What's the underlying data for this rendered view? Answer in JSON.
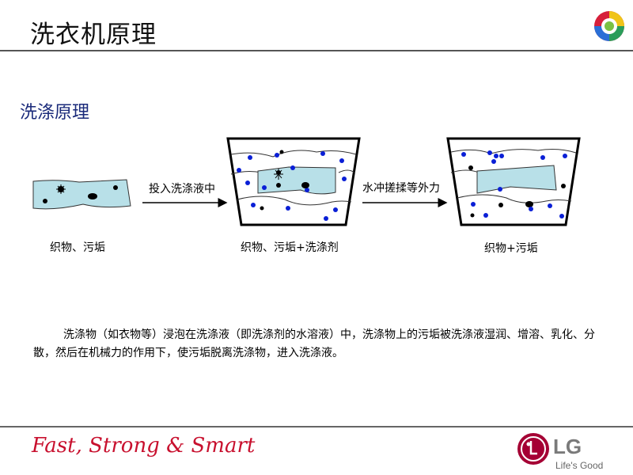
{
  "header": {
    "title": "洗衣机原理"
  },
  "section": {
    "subtitle": "洗涤原理"
  },
  "diagram": {
    "arrow1_label": "投入洗涤液中",
    "arrow2_label": "水冲搓揉等外力",
    "stage1_caption": "织物、污垢",
    "stage2_caption": "织物、污垢+洗涤剂",
    "stage3_caption": "织物+污垢"
  },
  "body": {
    "paragraph": "洗涤物（如衣物等）浸泡在洗涤液（即洗涤剂的水溶液）中，洗涤物上的污垢被洗涤液湿润、增溶、乳化、分散，然后在机械力的作用下，使污垢脱离洗涤物，进入洗涤液。"
  },
  "footer": {
    "slogan": "Fast, Strong & Smart",
    "brand": "LG",
    "tagline": "Life's Good"
  },
  "colors": {
    "title_blue": "#1a2a7a",
    "cloth_fill": "#b8e0e8",
    "detergent_dot": "#0a1fd6",
    "dirt_dot": "#000000",
    "slogan_red": "#c8102e",
    "lg_red": "#a50034"
  }
}
